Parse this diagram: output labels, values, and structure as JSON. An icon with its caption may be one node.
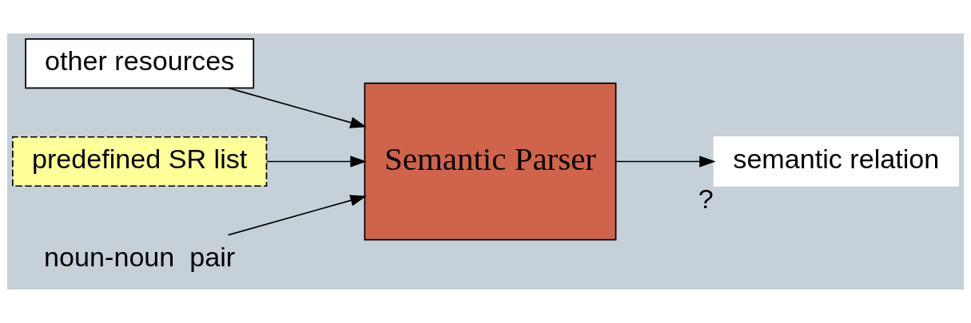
{
  "diagram": {
    "nodes": [
      {
        "text": [
          "other resources"
        ]
      },
      {
        "text": [
          "predefined SR list"
        ]
      },
      {
        "text": [
          "noun-noun  pair"
        ]
      },
      {
        "text": [
          "Semantic Parser"
        ]
      },
      {
        "text": [
          "semantic relation"
        ],
        "beside": [
          "?"
        ]
      }
    ],
    "edges": [
      {
        "from": 0,
        "to": 3,
        "arrow": "to"
      },
      {
        "from": 1,
        "to": 3,
        "arrow": "to"
      },
      {
        "from": 2,
        "to": 3,
        "arrow": "to"
      },
      {
        "from": 3,
        "to": 4,
        "arrow": "to"
      }
    ]
  }
}
